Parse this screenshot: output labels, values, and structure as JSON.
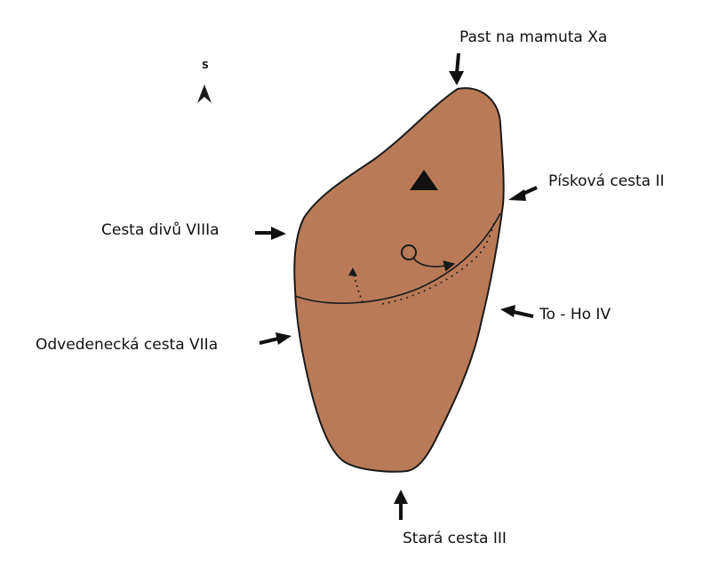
{
  "colors": {
    "rock_fill": "#b97b57",
    "outline": "#1a1a1a",
    "background": "#ffffff"
  },
  "compass": {
    "label": "S",
    "icon": "north-arrow-icon"
  },
  "summit_marker": {
    "icon": "summit-triangle-icon"
  },
  "descent_marker": {
    "icon": "descent-ring-icon"
  },
  "routes": [
    {
      "id": "past-na-mamuta",
      "label": "Past na mamuta  Xa"
    },
    {
      "id": "piskova-cesta",
      "label": "Písková cesta  II"
    },
    {
      "id": "cesta-divu",
      "label": "Cesta divů  VIIIa"
    },
    {
      "id": "to-ho",
      "label": "To - Ho  IV"
    },
    {
      "id": "odvedenecka-cesta",
      "label": "Odvedenecká cesta  VIIa"
    },
    {
      "id": "stara-cesta",
      "label": "Stará cesta  III"
    }
  ]
}
